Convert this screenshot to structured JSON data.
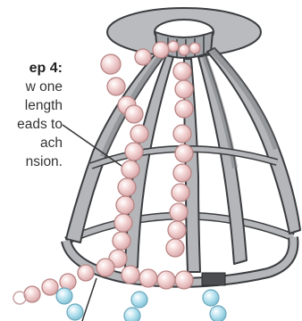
{
  "caption": {
    "step": "ep 4:",
    "lines": [
      "w one",
      "length",
      "eads to",
      "ach",
      "nsion."
    ]
  },
  "colors": {
    "frame_fill": "#b4b6b9",
    "frame_dark": "#7d8084",
    "frame_stroke": "#3b3d40",
    "bead_pink": "#f2cfd0",
    "bead_pink_dark": "#b98585",
    "bead_blue": "#a9dcec",
    "text": "#333333"
  },
  "icons": [
    "bead-icon",
    "lampshade-frame-icon"
  ]
}
